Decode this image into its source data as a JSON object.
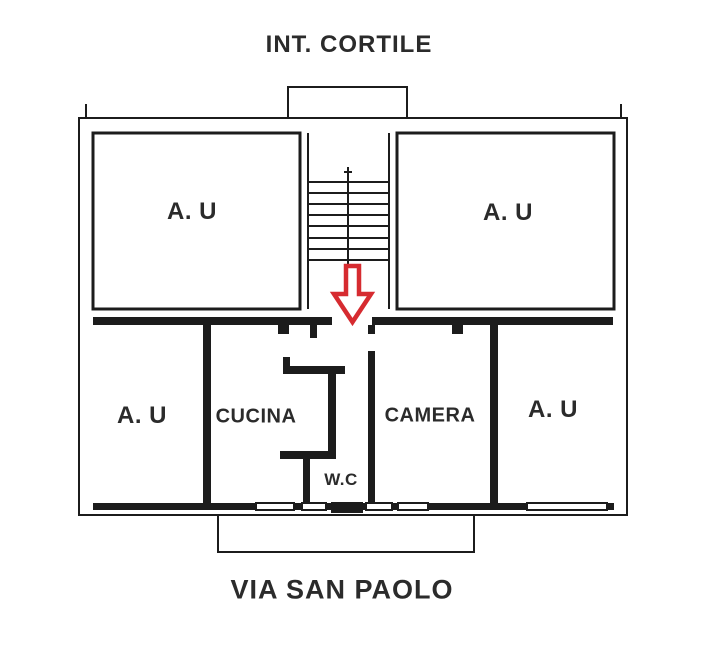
{
  "labels": {
    "top_street": "INT. CORTILE",
    "bottom_street": "VIA SAN PAOLO"
  },
  "rooms": [
    {
      "name": "apartment-top-left",
      "label": "A. U"
    },
    {
      "name": "apartment-top-right",
      "label": "A. U"
    },
    {
      "name": "apartment-bottom-left",
      "label": "A. U"
    },
    {
      "name": "kitchen",
      "label": "CUCINA"
    },
    {
      "name": "bedroom",
      "label": "CAMERA"
    },
    {
      "name": "apartment-bottom-right",
      "label": "A. U"
    },
    {
      "name": "wc",
      "label": "W.C"
    }
  ],
  "annotation": {
    "arrow_direction": "down",
    "arrow_color": "#d62b30"
  },
  "colors": {
    "line": "#1c1c1c",
    "background": "#ffffff",
    "text": "#2b2b2b"
  }
}
